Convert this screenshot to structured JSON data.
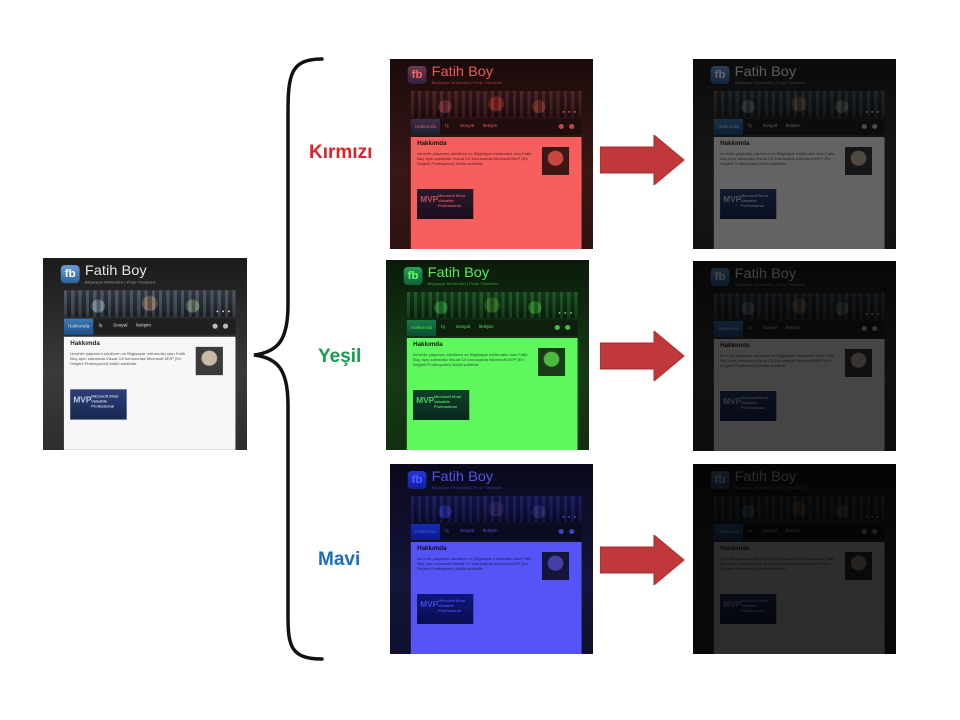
{
  "site": {
    "logo_text": "fb",
    "title": "Fatih Boy",
    "subtitle": "Bilgisayar Mühendisi | Proje Yöneticisi",
    "nav": [
      "Hakkımda",
      "İş",
      "Sosyal",
      "İletişim"
    ],
    "heading": "Hakkımda",
    "paragraph": "İzmir'de yaşamını sürdüren ve Bilgisayar mühendisi olan Fatih Boy aynı zamanda Visual C# konusunda Microsoft MVP (En Değerli Profesyonel) ödülü sahibidir.",
    "mvp_label": "Microsoft Most Valuable Professional",
    "mvp_logo": "MVP"
  },
  "labels": {
    "red": "Kırmızı",
    "green": "Yeşil",
    "blue": "Mavi"
  },
  "colors": {
    "red_label": "#e0202a",
    "green_label": "#14a04a",
    "blue_label": "#1a6ec2",
    "arrow": "#c0383a",
    "brace": "#111111"
  }
}
